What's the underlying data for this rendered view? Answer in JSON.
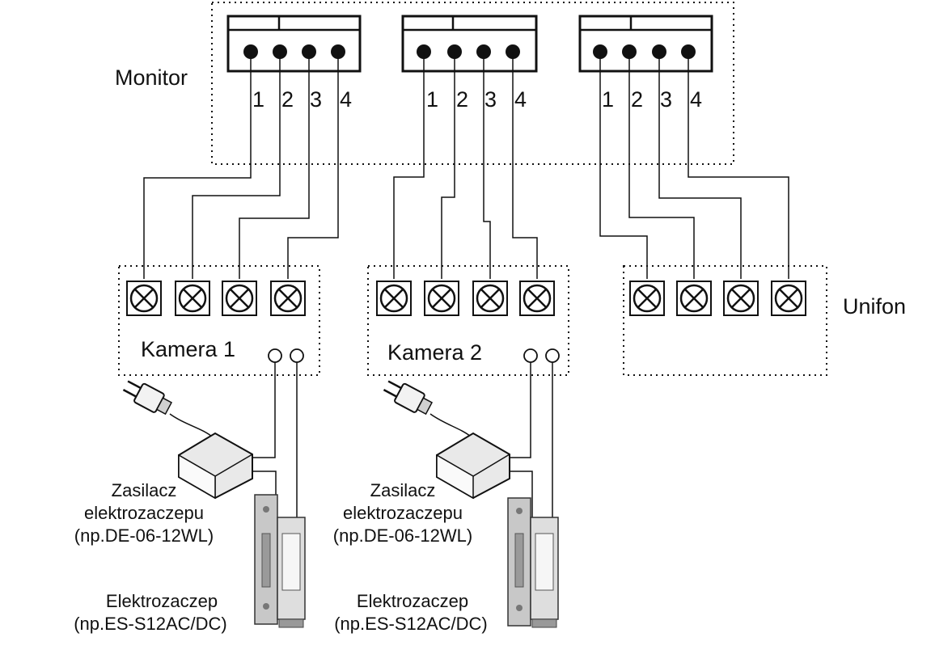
{
  "monitor": {
    "label": "Monitor",
    "connectors": [
      {
        "pins": [
          "1",
          "2",
          "3",
          "4"
        ]
      },
      {
        "pins": [
          "1",
          "2",
          "3",
          "4"
        ]
      },
      {
        "pins": [
          "1",
          "2",
          "3",
          "4"
        ]
      }
    ]
  },
  "kamera1": {
    "label": "Kamera 1"
  },
  "kamera2": {
    "label": "Kamera 2"
  },
  "unifon": {
    "label": "Unifon"
  },
  "left_group": {
    "psu_label": [
      "Zasilacz",
      "elektrozaczepu",
      "(np.DE-06-12WL)"
    ],
    "lock_label": [
      "Elektrozaczep",
      "(np.ES-S12AC/DC)"
    ]
  },
  "right_group": {
    "psu_label": [
      "Zasilacz",
      "elektrozaczepu",
      "(np.DE-06-12WL)"
    ],
    "lock_label": [
      "Elektrozaczep",
      "(np.ES-S12AC/DC)"
    ]
  },
  "colors": {
    "line": "#111111",
    "background": "#ffffff"
  }
}
